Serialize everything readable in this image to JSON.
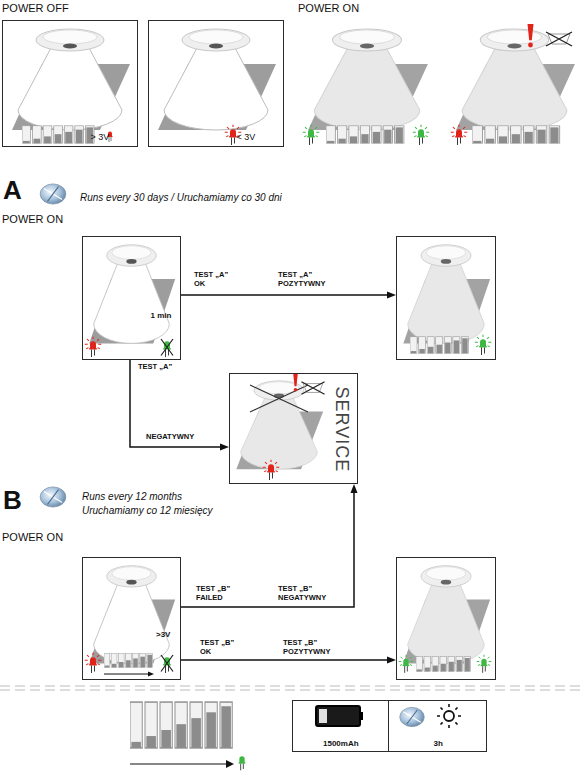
{
  "diagram": {
    "nodes": [
      {
        "text": [
          "> 3V"
        ]
      },
      {
        "text": [
          "< 3V"
        ]
      },
      {
        "text": [
          "1 min"
        ]
      },
      {
        "text": []
      },
      {
        "text": [
          "SERVICE"
        ]
      },
      {
        "text": [
          ">3V"
        ]
      },
      {
        "text": []
      },
      {
        "text": [
          "1500mAh"
        ]
      },
      {
        "text": [
          "3h"
        ]
      }
    ],
    "edges": [
      {
        "from": 2,
        "to": 3,
        "arrow": "to",
        "label": "TEST „A” OK"
      },
      {
        "from": 2,
        "to": 4,
        "arrow": "to",
        "label": "TEST „A”"
      },
      {
        "from": 5,
        "to": 4,
        "arrow": "to",
        "label": "TEST „B” FAILED"
      },
      {
        "from": 5,
        "to": 6,
        "arrow": "to",
        "label": "TEST „B” OK"
      }
    ],
    "labels": [
      "POWER OFF",
      "POWER ON",
      "A",
      "Runs every 30 days / Uruchamiamy co 30 dni",
      "POWER ON",
      "TEST „A” POZYTYWNY",
      "NEGATYWNY",
      "B",
      "Runs every 12 months",
      "Uruchamiamy co 12 miesięcy",
      "POWER ON",
      "TEST „B” NEGATYWNY",
      "TEST „B” POZYTYWNY"
    ]
  }
}
